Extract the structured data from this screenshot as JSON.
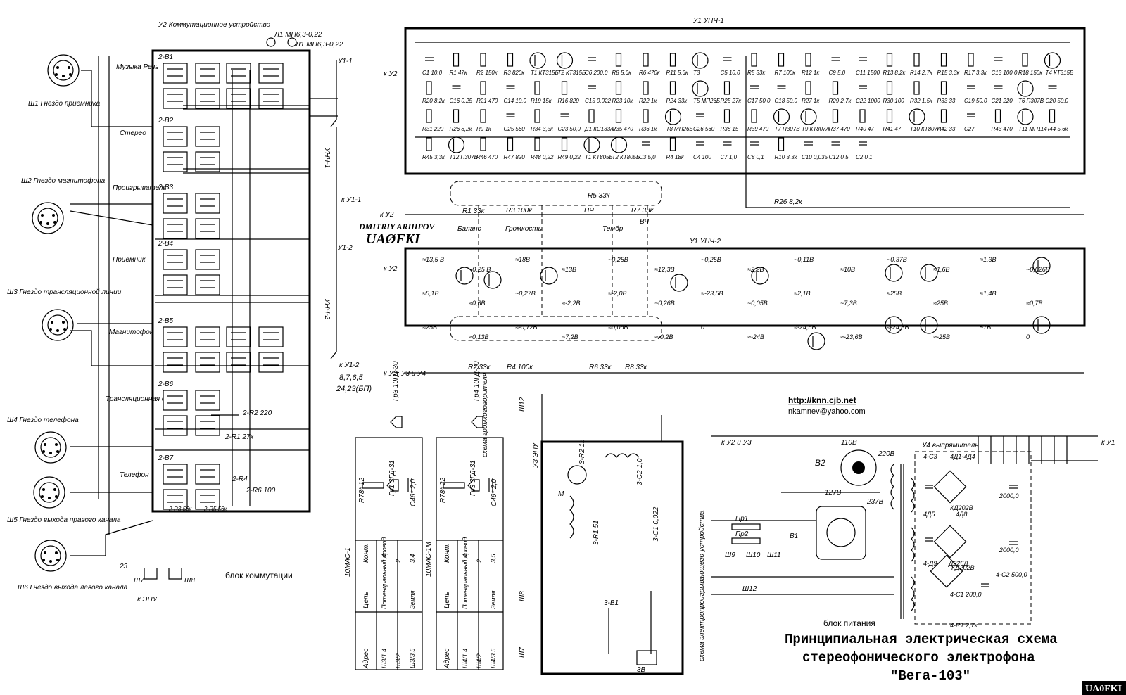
{
  "title": {
    "line1": "Принципиальная электрическая схема",
    "line2": "стереофонического электрофона",
    "line3": "\"Вега-103\""
  },
  "author": {
    "name": "DMITRIY ARHIPOV",
    "callsign": "UAØFKI",
    "corner": "UA0FKI"
  },
  "contact": {
    "url": "http://knn.cjb.net",
    "email": "nkamnev@yahoo.com"
  },
  "blocks": {
    "switch_unit_header": "У2 Коммутационное устройство",
    "switch_unit_label": "блок коммутации",
    "power_unit_label": "блок питания",
    "rectifier": "У4 выпрямитель",
    "amp1": "У1 УНЧ-1",
    "amp2": "У1 УНЧ-2",
    "epu": "У3 ЭПУ",
    "player_scheme": "схема электропроигрывающего устройства",
    "speaker_scheme": "схема громкоговорителя"
  },
  "switch_modes": [
    "Музыка Речь",
    "Стерео",
    "Проигрыватель",
    "Приемник",
    "Магнитофон",
    "Трансляционная сеть",
    "Телефон"
  ],
  "switch_groups": [
    "2-В1",
    "2-В2",
    "2-В3",
    "2-В4",
    "2-В5",
    "2-В6",
    "2-В7"
  ],
  "jacks": [
    "Ш1 Гнездо приемника",
    "Ш2 Гнездо магнитофона",
    "Ш3 Гнездо трансляционной линии",
    "Ш4 Гнездо телефона",
    "Ш5 Гнездо выхода правого канала",
    "Ш6 Гнездо выхода левого канала"
  ],
  "lamps": [
    "Л1 МН6,3-0,22",
    "Л1 МН6,3-0,22"
  ],
  "connectors_left": [
    "У1-1",
    "УНЧ-1",
    "к У1-1",
    "У1-2",
    "УНЧ-2",
    "к У1-2",
    "8,7,6,5",
    "24,23(БП)"
  ],
  "amp1_components": [
    "C1 10,0",
    "R1 47к",
    "R2 150к",
    "R3 820к",
    "T1 КТ315Б",
    "T2 КТ315Б",
    "C6 200,0",
    "R8 5,6к",
    "R6 470к",
    "R11 5,6к",
    "T3",
    "C5 10,0",
    "R5 33к",
    "R7 100к",
    "R12 1к",
    "C9 5,0",
    "C11 1500",
    "R13 8,2к",
    "R14 2,7к",
    "R15 3,3к",
    "R17 3,3к",
    "C13 100,0",
    "R18 150к",
    "T4 КТ315В",
    "R20 8,2к",
    "C16 0,25",
    "R21 470",
    "C14 10,0",
    "R19 15к",
    "R16 820",
    "C15 0,022",
    "R23 10к",
    "R22 1к",
    "R24 33к",
    "T5 МП26Б",
    "R25 27к",
    "C17 50,0",
    "C18 50,0",
    "R27 1к",
    "R29 2,7к",
    "C22 1000",
    "R30 100",
    "R32 1,5к",
    "R33 33",
    "C19 50,0",
    "C21 220",
    "T6 П307В",
    "C20 50,0",
    "R31 220",
    "R26 8,2к",
    "R9 1к",
    "C25 560",
    "R34 3,3к",
    "C23 50,0",
    "Д1 КС133А",
    "R35 470",
    "R36 1к",
    "T8 МП26Б",
    "C26 560",
    "R38 15",
    "R39 470",
    "T7 П307В",
    "T9 КТ807А",
    "R37 470",
    "R40 47",
    "R41 47",
    "T10 КТ807А",
    "R42 33",
    "C27",
    "R43 470",
    "T11 МП114",
    "R44 5,6к",
    "R45 3,3к",
    "T12 П307В",
    "R46 470",
    "R47 820",
    "R48 0,22",
    "R49 0,22",
    "T1 КТ805Б",
    "T2 КТ805Б",
    "C3 5,0",
    "R4 18к",
    "C4 100",
    "C7 1,0",
    "C8 0,1",
    "R10 3,3к",
    "C10 0,035",
    "C12 0,5",
    "C2 0,1"
  ],
  "controls": [
    "R1 33к",
    "R3 100к",
    "R5 33к",
    "R7 33к",
    "Баланс",
    "Громкость",
    "Тембр",
    "НЧ",
    "ВЧ",
    "R2 33к",
    "R4 100к",
    "R6 33к",
    "R8 33к"
  ],
  "amp2_voltages": [
    "≈13,5 В",
    "~0,25 В",
    "≈18В",
    "≈13В",
    "~0,25В",
    "≈12,3В",
    "~0,25В",
    "≈2,2В",
    "~0,11В",
    "≈10В",
    "~0,37В",
    "≈1,6В",
    "≈1,3В",
    "~0,026В",
    "≈5,1В",
    "≈0,6В",
    "~0,27В",
    "≈-2,2В",
    "≈-2,0В",
    "~0,26В",
    "≈-23,5В",
    "~0,05В",
    "≈2,1В",
    "~7,3В",
    "≈25В",
    "≈25В",
    "≈1,4В",
    "≈0,7В",
    "≈25В",
    "≈0,13В",
    "≈-0,72В",
    "~7,2В",
    "≈0,06В",
    "≈-0,2В",
    "0",
    "≈-24В",
    "≈-24,5В",
    "≈-23,6В",
    "≈-24,3В",
    "≈-25В",
    "~7В",
    "0"
  ],
  "power": {
    "voltages": [
      "110В",
      "220В",
      "127В",
      "237В"
    ],
    "parts": [
      "4-C3",
      "4Д1-4Д4",
      "КД202В",
      "4Д5",
      "4Д8",
      "КД202В",
      "4-Д9",
      "Д226Д",
      "4-C1 200,0",
      "4-C2 500,0",
      "4-R1 2,7к",
      "2000,0",
      "2000,0",
      "B2",
      "B1",
      "Пр1",
      "Пр2"
    ],
    "jacks": [
      "Ш9",
      "Ш10",
      "Ш11",
      "Ш12"
    ],
    "link": "к У2 и У3",
    "link2": "к У1"
  },
  "speakers": {
    "left": {
      "name": "10МАС-1",
      "driver1": "Гр1 3ГД-31",
      "driver2": "Гр3 10ГД-30",
      "r": "R78* 12",
      "c": "C46* 2,0"
    },
    "right": {
      "name": "10МАС-1М",
      "driver1": "Гр3 3ГД-31",
      "driver2": "Гр4 10ГД-30",
      "r": "R78* 22",
      "c": "C46* 2,0"
    },
    "table_headers": [
      "Адрес",
      "Цепь",
      "Конт."
    ],
    "table_left": [
      [
        "Ш3/1,4",
        "Потенциальный провод",
        "1,4"
      ],
      [
        "Ш3/2",
        "",
        "2"
      ],
      [
        "Ш3/3,5",
        "Земля",
        "3,4"
      ]
    ],
    "table_right": [
      [
        "Ш4/1,4",
        "Потенциальный провод",
        "1,4"
      ],
      [
        "Ш4/2",
        "",
        "2"
      ],
      [
        "Ш4/3,5",
        "Земля",
        "3,5"
      ]
    ]
  },
  "epu": [
    "3-R2 1к",
    "3-C2 1,0",
    "3-R1 51",
    "3-C1 0,022",
    "3-B1",
    "M",
    "3B",
    "Ш12",
    "Ш8",
    "Ш7"
  ],
  "misc": [
    "к ЭПУ",
    "Ш7",
    "Ш8",
    "к У2",
    "к У2, У3 и У4",
    "2-R1 27к",
    "2-R2 220",
    "2-R3 56к",
    "2-R5 56к",
    "2-R4",
    "2-R6 100"
  ]
}
